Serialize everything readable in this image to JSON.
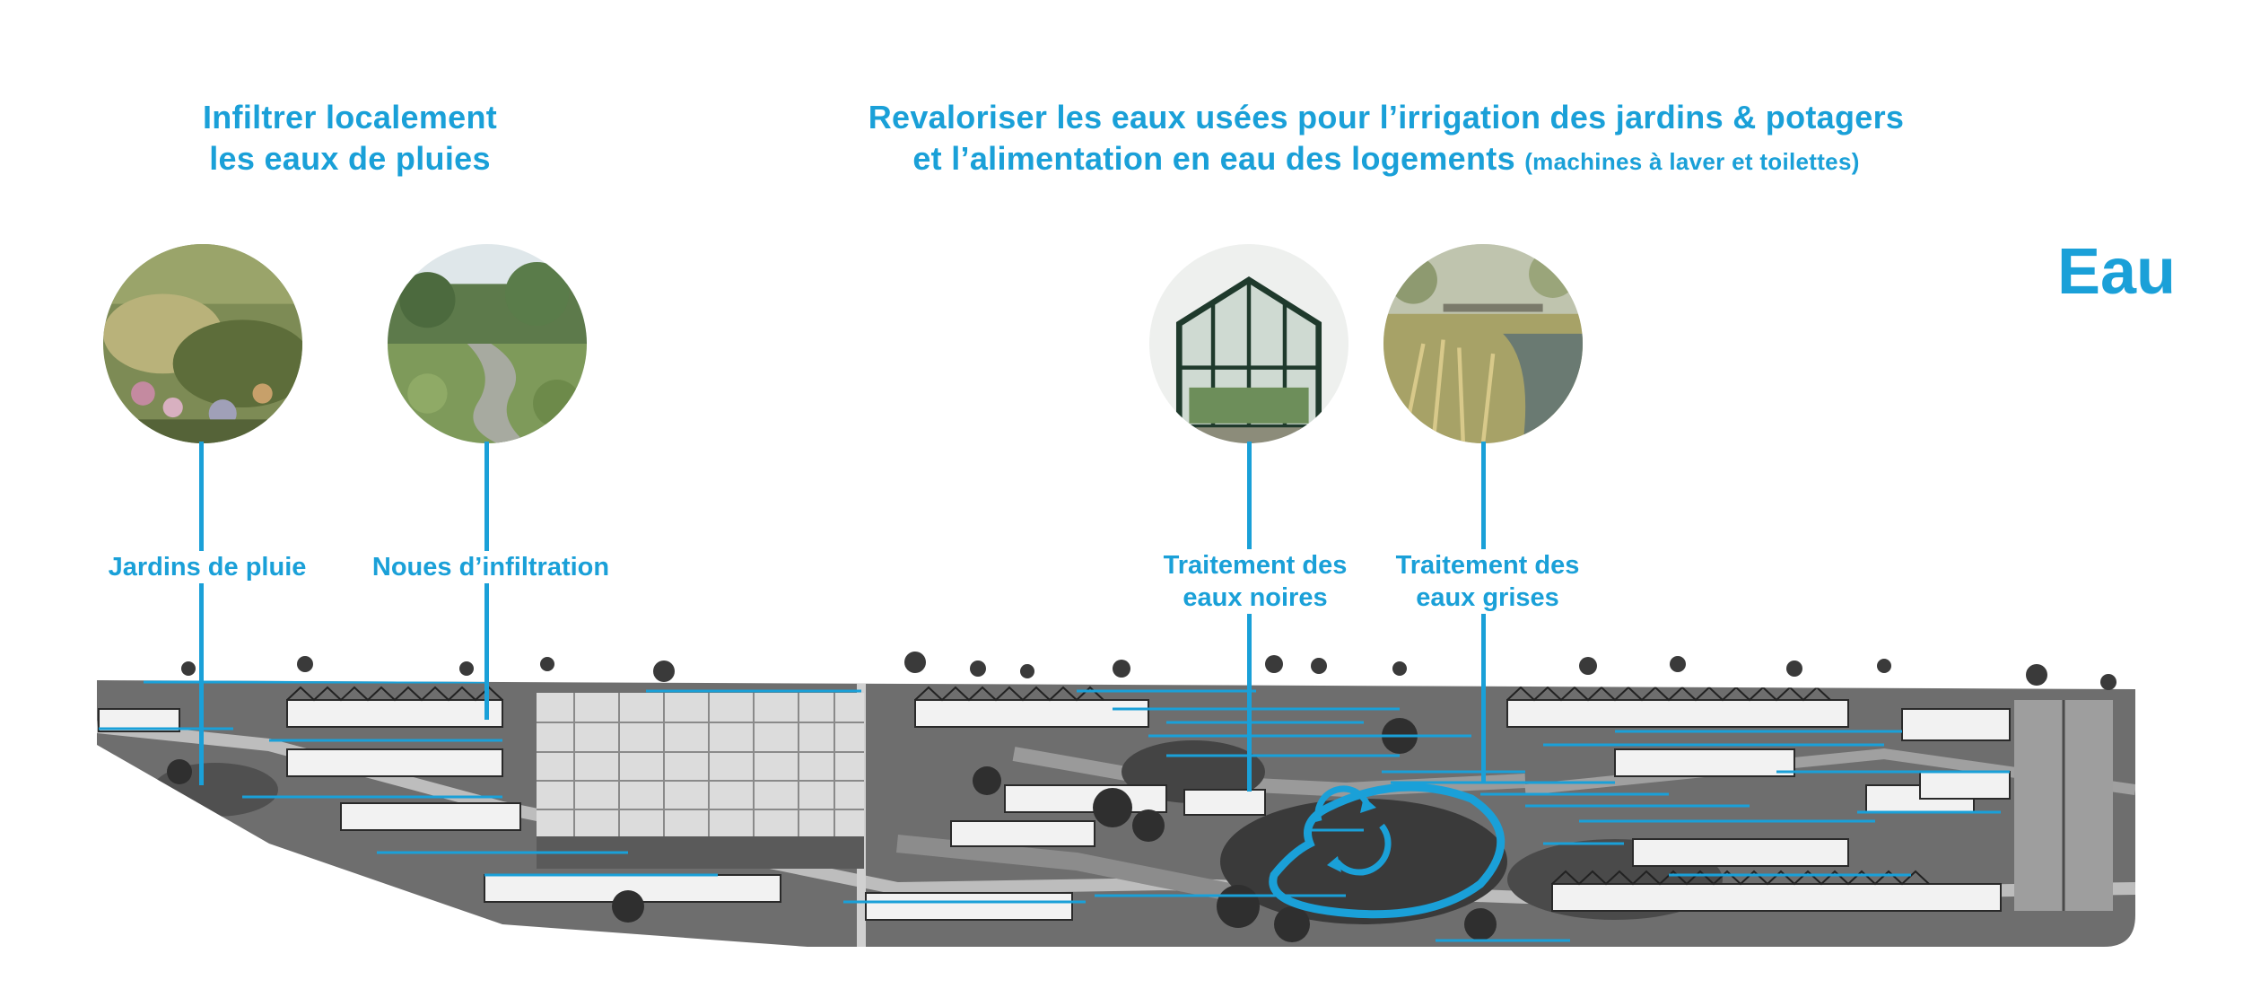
{
  "headings": {
    "left": {
      "line1": "Infiltrer localement",
      "line2": "les eaux de pluies"
    },
    "right": {
      "line1": "Revaloriser les eaux usées pour l’irrigation des jardins & potagers",
      "line2_main": "et l’alimentation en eau des logements",
      "line2_note": "(machines à laver et toilettes)"
    }
  },
  "theme_title": "Eau",
  "labels": {
    "rain_gardens": "Jardins de pluie",
    "infiltration_swales": "Noues d’infiltration",
    "blackwater_line1": "Traitement des",
    "blackwater_line2": "eaux noires",
    "greywater_line1": "Traitement des",
    "greywater_line2": "eaux grises"
  },
  "photos": [
    {
      "name": "rain-garden-photo",
      "subject": "meadow plants"
    },
    {
      "name": "swale-photo",
      "subject": "planted stream bed"
    },
    {
      "name": "greenhouse-photo",
      "subject": "greenhouse"
    },
    {
      "name": "reed-bed-photo",
      "subject": "reed bed with water"
    }
  ],
  "colors": {
    "accent": "#1aa0d8",
    "plan_gray": "#6e6e6e"
  }
}
